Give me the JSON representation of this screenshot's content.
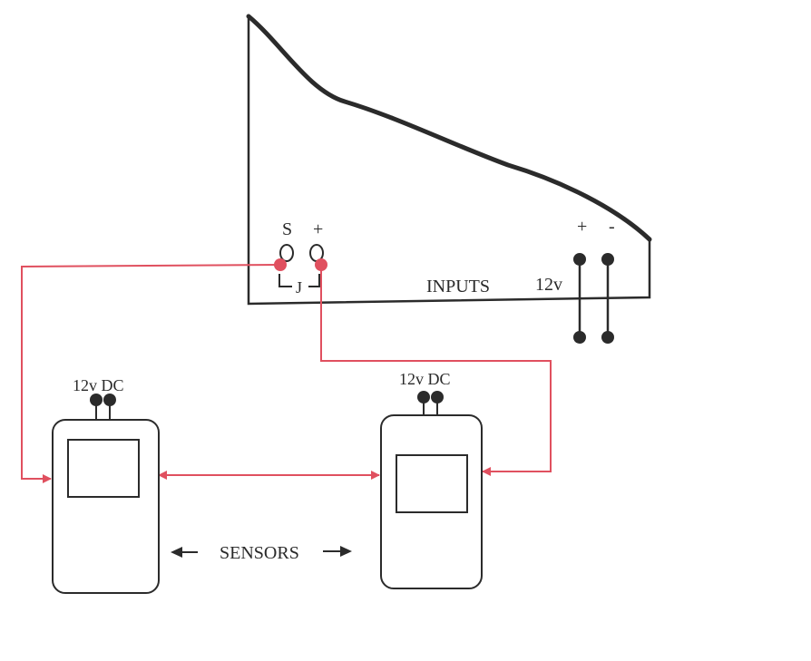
{
  "panel": {
    "terminal_s_label": "S",
    "terminal_plus_label": "+",
    "jumper_label": "J",
    "inputs_label": "INPUTS",
    "power_label": "12v",
    "power_plus_label": "+",
    "power_minus_label": "-"
  },
  "sensors": {
    "left_power_label": "12v DC",
    "right_power_label": "12v DC",
    "sensors_label": "SENSORS",
    "arrow_left_glyph": "◀—",
    "arrow_right_glyph": "—▶"
  },
  "colors": {
    "wire": "#e0505f",
    "line": "#2b2b2b",
    "terminal": "#e0505f"
  }
}
